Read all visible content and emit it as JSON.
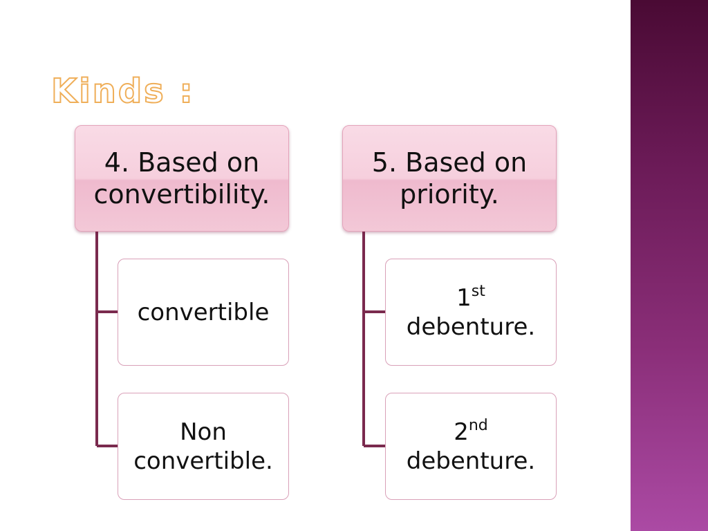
{
  "slide": {
    "title": "Kinds :"
  },
  "groups": [
    {
      "heading_line1": "4. Based on",
      "heading_line2": "convertibility.",
      "children": [
        {
          "line1": "convertible"
        },
        {
          "line1": "Non",
          "line2": "convertible."
        }
      ]
    },
    {
      "heading_line1": "5. Based on",
      "heading_line2": "priority.",
      "children": [
        {
          "ordinal": "1",
          "suffix": "st",
          "line2": "debenture."
        },
        {
          "ordinal": "2",
          "suffix": "nd",
          "line2": "debenture."
        }
      ]
    }
  ],
  "colors": {
    "title_outline": "#efae58",
    "connector": "#7a2a4e",
    "heading_fill": "#f6cfdd",
    "box_border": "#d9a0b8",
    "sidebar": "#7a2168"
  }
}
